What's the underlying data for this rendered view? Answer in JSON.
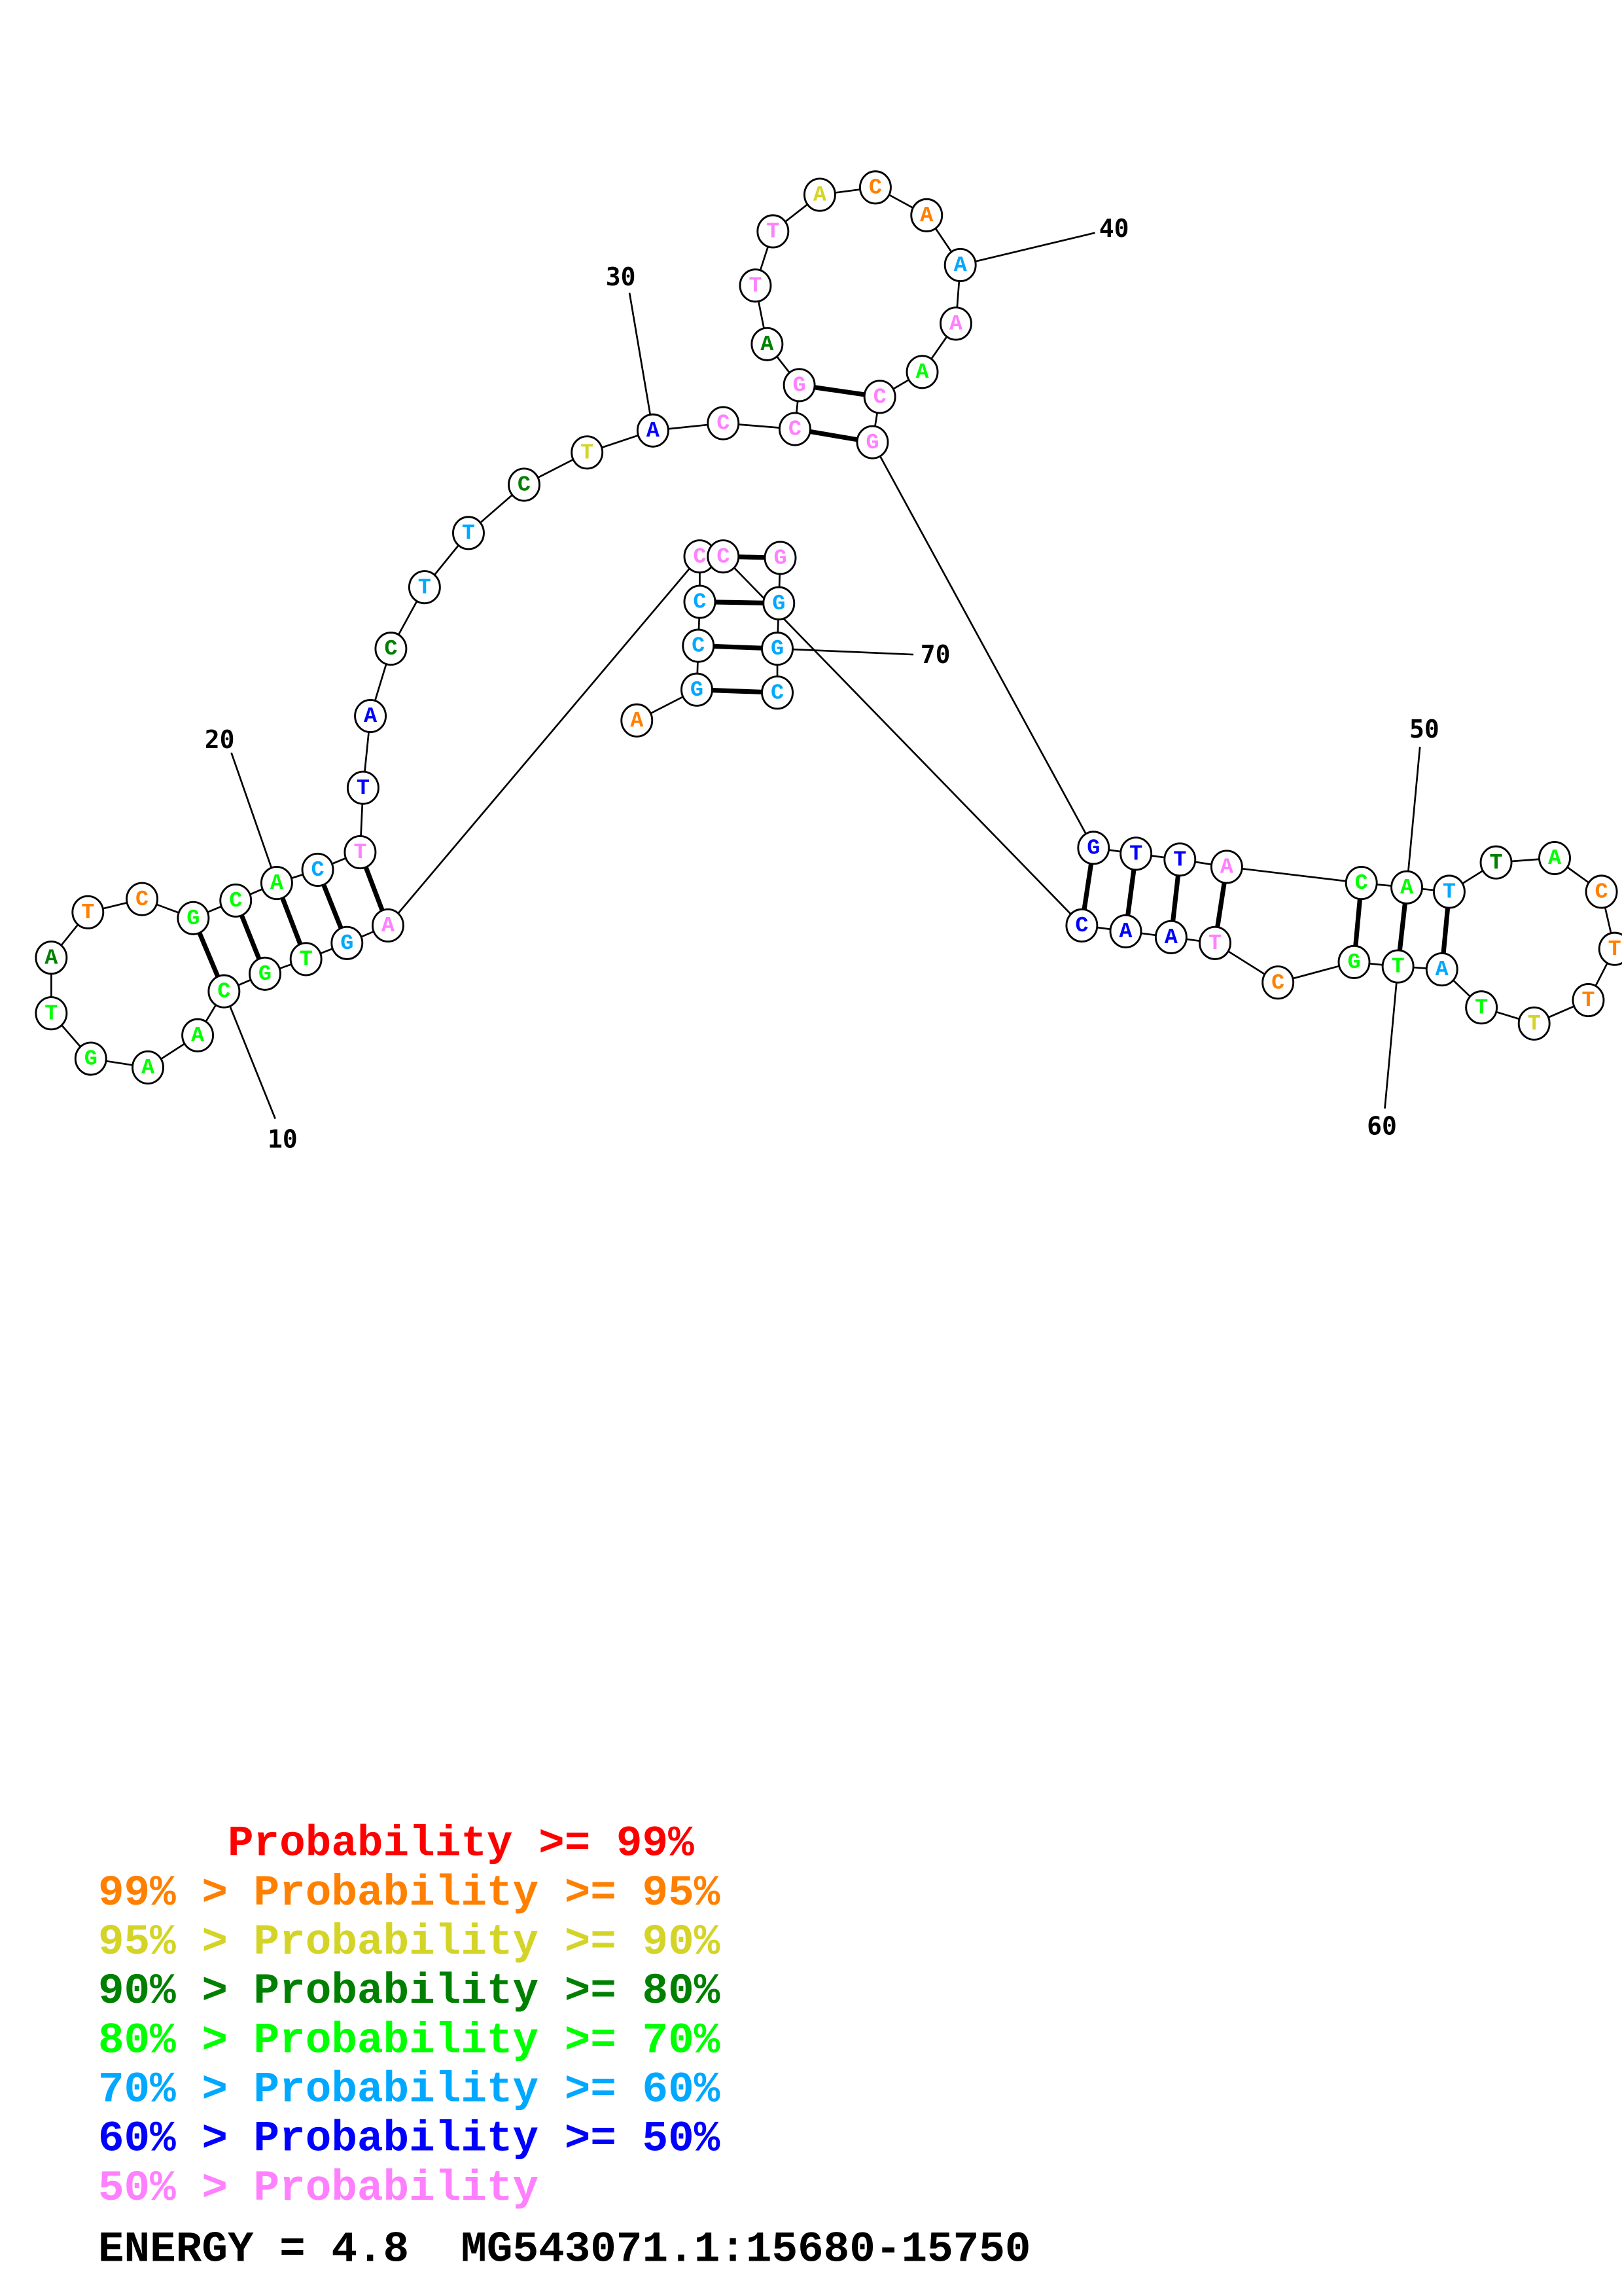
{
  "colors": {
    "red": "#ff0000",
    "orange": "#ff8000",
    "yellow": "#d4d428",
    "dgreen": "#008000",
    "green": "#00ff00",
    "sky": "#00a8ff",
    "blue": "#0000ff",
    "pink": "#ff80ff"
  },
  "sequence": [
    {
      "n": "A",
      "c": "orange"
    },
    {
      "n": "G",
      "c": "sky"
    },
    {
      "n": "C",
      "c": "sky"
    },
    {
      "n": "C",
      "c": "sky"
    },
    {
      "n": "C",
      "c": "pink"
    },
    {
      "n": "A",
      "c": "pink"
    },
    {
      "n": "G",
      "c": "sky"
    },
    {
      "n": "T",
      "c": "green"
    },
    {
      "n": "G",
      "c": "green"
    },
    {
      "n": "C",
      "c": "green"
    },
    {
      "n": "A",
      "c": "green"
    },
    {
      "n": "A",
      "c": "green"
    },
    {
      "n": "G",
      "c": "green"
    },
    {
      "n": "T",
      "c": "green"
    },
    {
      "n": "A",
      "c": "dgreen"
    },
    {
      "n": "T",
      "c": "orange"
    },
    {
      "n": "C",
      "c": "orange"
    },
    {
      "n": "G",
      "c": "green"
    },
    {
      "n": "C",
      "c": "green"
    },
    {
      "n": "A",
      "c": "green"
    },
    {
      "n": "C",
      "c": "sky"
    },
    {
      "n": "T",
      "c": "pink"
    },
    {
      "n": "T",
      "c": "blue"
    },
    {
      "n": "A",
      "c": "blue"
    },
    {
      "n": "C",
      "c": "dgreen"
    },
    {
      "n": "T",
      "c": "sky"
    },
    {
      "n": "T",
      "c": "sky"
    },
    {
      "n": "C",
      "c": "dgreen"
    },
    {
      "n": "T",
      "c": "yellow"
    },
    {
      "n": "A",
      "c": "blue"
    },
    {
      "n": "C",
      "c": "pink"
    },
    {
      "n": "C",
      "c": "pink"
    },
    {
      "n": "G",
      "c": "pink"
    },
    {
      "n": "A",
      "c": "dgreen"
    },
    {
      "n": "T",
      "c": "pink"
    },
    {
      "n": "T",
      "c": "pink"
    },
    {
      "n": "A",
      "c": "yellow"
    },
    {
      "n": "C",
      "c": "orange"
    },
    {
      "n": "A",
      "c": "orange"
    },
    {
      "n": "A",
      "c": "sky"
    },
    {
      "n": "A",
      "c": "pink"
    },
    {
      "n": "A",
      "c": "green"
    },
    {
      "n": "C",
      "c": "pink"
    },
    {
      "n": "G",
      "c": "pink"
    },
    {
      "n": "G",
      "c": "blue"
    },
    {
      "n": "T",
      "c": "blue"
    },
    {
      "n": "T",
      "c": "blue"
    },
    {
      "n": "A",
      "c": "pink"
    },
    {
      "n": "C",
      "c": "green"
    },
    {
      "n": "A",
      "c": "green"
    },
    {
      "n": "T",
      "c": "sky"
    },
    {
      "n": "T",
      "c": "dgreen"
    },
    {
      "n": "A",
      "c": "green"
    },
    {
      "n": "C",
      "c": "orange"
    },
    {
      "n": "T",
      "c": "orange"
    },
    {
      "n": "T",
      "c": "orange"
    },
    {
      "n": "T",
      "c": "yellow"
    },
    {
      "n": "T",
      "c": "green"
    },
    {
      "n": "A",
      "c": "sky"
    },
    {
      "n": "T",
      "c": "green"
    },
    {
      "n": "G",
      "c": "green"
    },
    {
      "n": "C",
      "c": "orange"
    },
    {
      "n": "T",
      "c": "pink"
    },
    {
      "n": "A",
      "c": "blue"
    },
    {
      "n": "A",
      "c": "blue"
    },
    {
      "n": "C",
      "c": "blue"
    },
    {
      "n": "C",
      "c": "pink"
    },
    {
      "n": "G",
      "c": "pink"
    },
    {
      "n": "G",
      "c": "sky"
    },
    {
      "n": "G",
      "c": "sky"
    },
    {
      "n": "C",
      "c": "sky"
    }
  ],
  "pairs": [
    [
      2,
      71
    ],
    [
      3,
      70
    ],
    [
      4,
      69
    ],
    [
      67,
      68
    ],
    [
      6,
      22
    ],
    [
      7,
      21
    ],
    [
      8,
      20
    ],
    [
      9,
      19
    ],
    [
      10,
      18
    ],
    [
      32,
      44
    ],
    [
      33,
      43
    ],
    [
      45,
      66
    ],
    [
      46,
      65
    ],
    [
      47,
      64
    ],
    [
      48,
      63
    ],
    [
      49,
      61
    ],
    [
      50,
      60
    ],
    [
      51,
      59
    ]
  ],
  "position_labels": [
    {
      "pos": 10,
      "text": "10"
    },
    {
      "pos": 20,
      "text": "20"
    },
    {
      "pos": 30,
      "text": "30"
    },
    {
      "pos": 40,
      "text": "40"
    },
    {
      "pos": 50,
      "text": "50"
    },
    {
      "pos": 60,
      "text": "60"
    },
    {
      "pos": 70,
      "text": "70"
    }
  ],
  "legend": [
    {
      "text": "     Probability >= 99%",
      "c": "red"
    },
    {
      "text": "99% > Probability >= 95%",
      "c": "orange"
    },
    {
      "text": "95% > Probability >= 90%",
      "c": "yellow"
    },
    {
      "text": "90% > Probability >= 80%",
      "c": "dgreen"
    },
    {
      "text": "80% > Probability >= 70%",
      "c": "green"
    },
    {
      "text": "70% > Probability >= 60%",
      "c": "sky"
    },
    {
      "text": "60% > Probability >= 50%",
      "c": "blue"
    },
    {
      "text": "50% > Probability",
      "c": "pink"
    }
  ],
  "footer": "ENERGY = 4.8  MG543071.1:15680-15750"
}
